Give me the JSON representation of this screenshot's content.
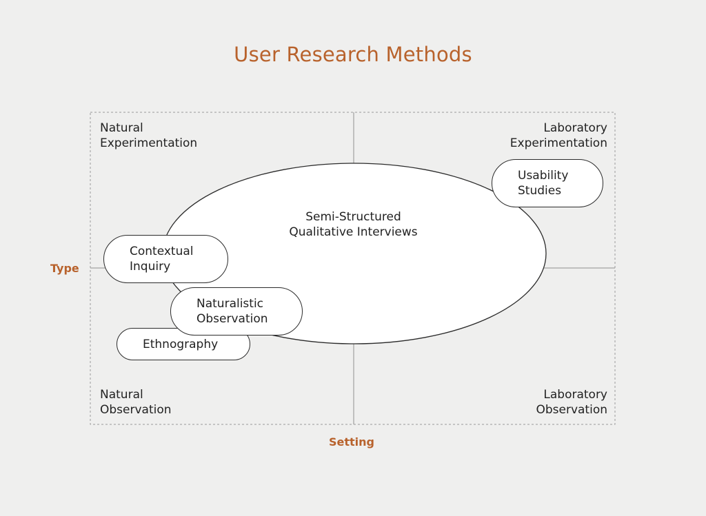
{
  "title": "User Research Methods",
  "axes": {
    "vertical": "Type",
    "horizontal": "Setting"
  },
  "quadrants": {
    "top_left": "Natural\nExperimentation",
    "top_right": "Laboratory\nExperimentation",
    "bottom_left": "Natural\nObservation",
    "bottom_right": "Laboratory\nObservation"
  },
  "methods": {
    "central": "Semi-Structured\nQualitative Interviews",
    "usability": "Usability\nStudies",
    "contextual": "Contextual\nInquiry",
    "naturalistic": "Naturalistic\nObservation",
    "ethnography": "Ethnography"
  },
  "colors": {
    "accent": "#b8622c",
    "stroke": "#2a2a2a",
    "background": "#efefee"
  }
}
